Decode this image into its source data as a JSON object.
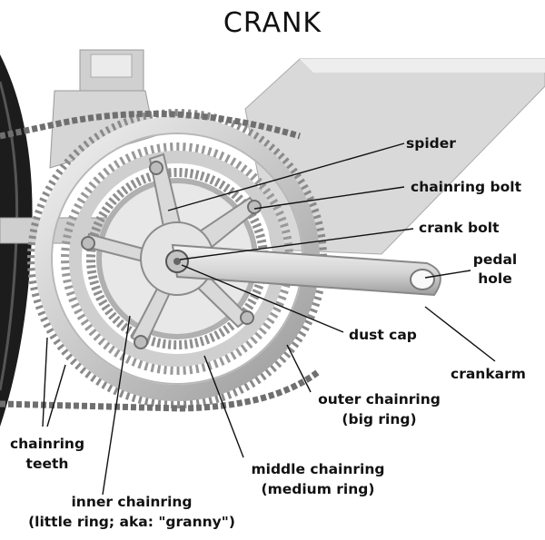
{
  "title": "CRANK",
  "labels": {
    "spider": "spider",
    "chainring_bolt": "chainring bolt",
    "crank_bolt": "crank bolt",
    "pedal_hole_1": "pedal",
    "pedal_hole_2": "hole",
    "dust_cap": "dust cap",
    "crankarm": "crankarm",
    "outer_1": "outer chainring",
    "outer_2": "(big ring)",
    "teeth_1": "chainring",
    "teeth_2": "teeth",
    "middle_1": "middle chainring",
    "middle_2": "(medium ring)",
    "inner_1": "inner chainring",
    "inner_2": "(little ring; aka: \"granny\")"
  }
}
